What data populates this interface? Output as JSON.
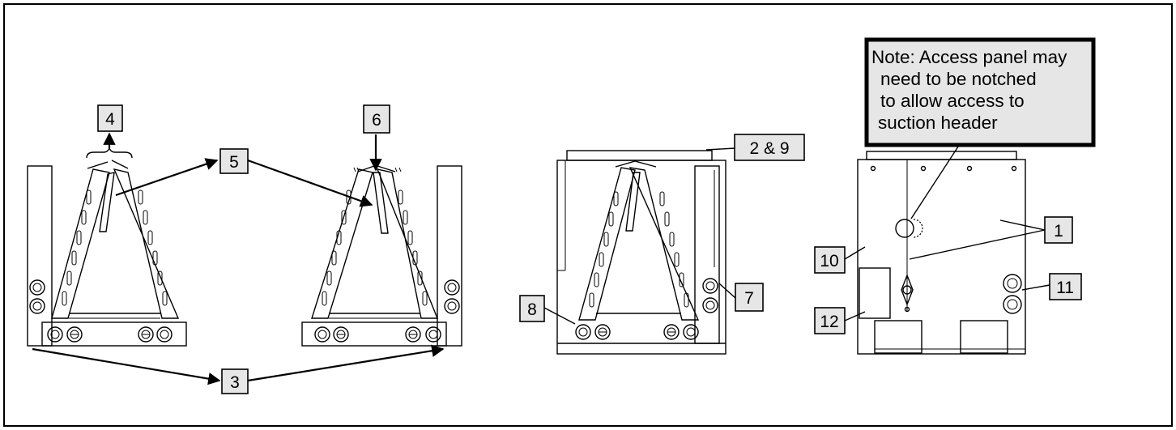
{
  "labels": {
    "l1": "1",
    "l2_9": "2 & 9",
    "l3": "3",
    "l4": "4",
    "l5": "5",
    "l6": "6",
    "l7": "7",
    "l8": "8",
    "l10": "10",
    "l11": "11",
    "l12": "12"
  },
  "note": {
    "line1": "Note: Access panel may",
    "line2": "need to be notched",
    "line3": "to allow access to",
    "line4": "suction header"
  },
  "colors": {
    "label_fill": "#e6e6e6",
    "note_fill": "#e6e6e6",
    "line": "#000000"
  }
}
